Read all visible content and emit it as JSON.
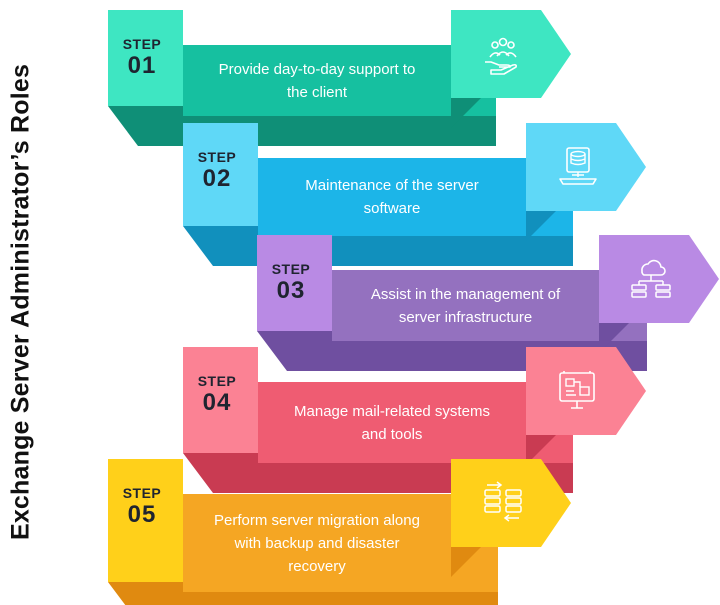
{
  "title": "Exchange Server Administrator’s Roles",
  "steps": [
    {
      "step_label": "STEP",
      "number": "01",
      "text": "Provide day-to-day support to the client",
      "icon": "support-hand-people-icon",
      "colors": {
        "tab": "#3ee6c2",
        "main": "#16c0a0",
        "dark": "#0f8f77",
        "arrow": "#3ee6c2"
      }
    },
    {
      "step_label": "STEP",
      "number": "02",
      "text": "Maintenance of the server software",
      "icon": "server-laptop-icon",
      "colors": {
        "tab": "#5fd8f7",
        "main": "#1cb5e8",
        "dark": "#1190bd",
        "arrow": "#5fd8f7"
      }
    },
    {
      "step_label": "STEP",
      "number": "03",
      "text": "Assist in the management of server infrastructure",
      "icon": "cloud-network-icon",
      "colors": {
        "tab": "#b98ae4",
        "main": "#9471bf",
        "dark": "#6f4fa0",
        "arrow": "#b98ae4"
      }
    },
    {
      "step_label": "STEP",
      "number": "04",
      "text": "Manage mail-related systems and tools",
      "icon": "presentation-board-icon",
      "colors": {
        "tab": "#fb8294",
        "main": "#ef5c72",
        "dark": "#c93b52",
        "arrow": "#fb8294"
      }
    },
    {
      "step_label": "STEP",
      "number": "05",
      "text": "Perform server migration along with backup and disaster recovery",
      "icon": "server-migration-icon",
      "colors": {
        "tab": "#ffd01a",
        "main": "#f5a623",
        "dark": "#e08a10",
        "arrow": "#ffd01a"
      }
    }
  ]
}
